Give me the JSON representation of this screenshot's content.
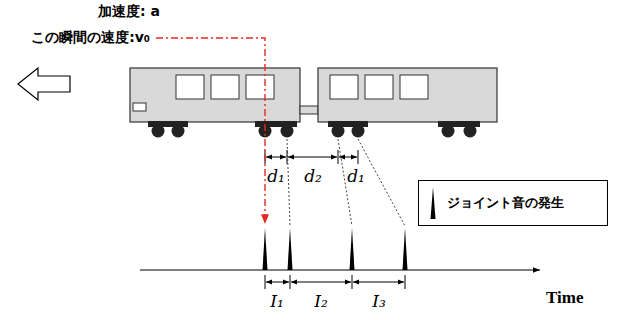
{
  "diagram": {
    "labels": [
      "加速度: a",
      "この瞬間の速度:v₀",
      "d₁",
      "d₂",
      "d₁",
      "I₁",
      "I₂",
      "I₃",
      "Time"
    ],
    "legend": [
      {
        "text": "ジョイント音の発生"
      }
    ]
  }
}
